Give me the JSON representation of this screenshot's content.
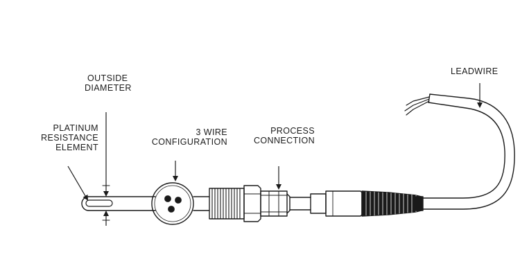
{
  "labels": {
    "platinum": [
      "PLATINUM",
      "RESISTANCE",
      "ELEMENT"
    ],
    "outside_diameter": [
      "OUTSIDE",
      "DIAMETER"
    ],
    "wire_config": [
      "3 WIRE",
      "CONFIGURATION"
    ],
    "process_connection": [
      "PROCESS",
      "CONNECTION"
    ],
    "leadwire": [
      "LEADWIRE"
    ]
  },
  "colors": {
    "ink": "#1a1a1a",
    "background": "#ffffff"
  }
}
